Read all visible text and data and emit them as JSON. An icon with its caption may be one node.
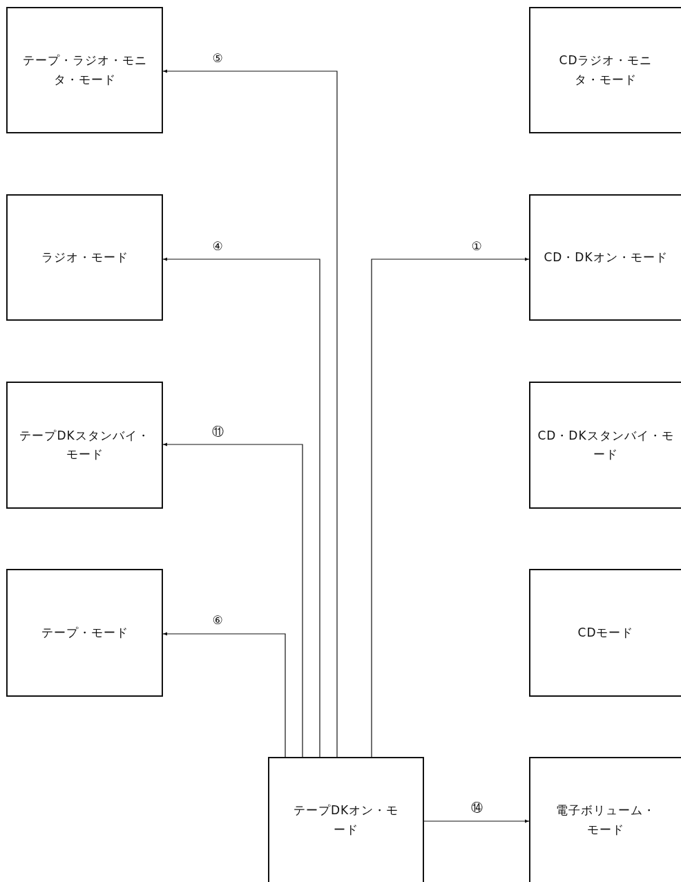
{
  "diagram": {
    "nodes": [
      {
        "text": [
          "テープ・ラジオ・モニタ・モード"
        ]
      },
      {
        "text": [
          "CDラジオ・モニタ・モード"
        ]
      },
      {
        "text": [
          "ラジオ・モード"
        ]
      },
      {
        "text": [
          "CD・DKオン・モード"
        ]
      },
      {
        "text": [
          "テープDKスタンバイ・モード"
        ]
      },
      {
        "text": [
          "CD・DKスタンバイ・モード"
        ]
      },
      {
        "text": [
          "テープ・モード"
        ]
      },
      {
        "text": [
          "CDモード"
        ]
      },
      {
        "text": [
          "テープDKオン・モード"
        ]
      },
      {
        "text": [
          "電子ボリューム・モード"
        ]
      }
    ],
    "edges": [
      {
        "from": 8,
        "to": 0,
        "arrow": "to",
        "label": "⑤"
      },
      {
        "from": 8,
        "to": 2,
        "arrow": "to",
        "label": "④"
      },
      {
        "from": 8,
        "to": 3,
        "arrow": "to",
        "label": "①"
      },
      {
        "from": 8,
        "to": 4,
        "arrow": "to",
        "label": "⑪"
      },
      {
        "from": 8,
        "to": 6,
        "arrow": "to",
        "label": "⑥"
      },
      {
        "from": 8,
        "to": 9,
        "arrow": "to",
        "label": "⑭"
      }
    ]
  }
}
